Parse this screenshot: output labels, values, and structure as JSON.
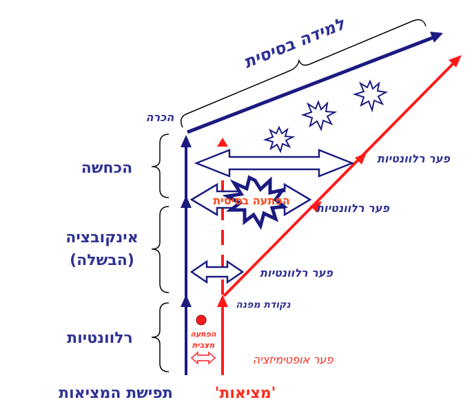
{
  "colors": {
    "blue": "#1a1a80",
    "label_blue": "#2e3192",
    "red": "#ff2a1a"
  },
  "labels": {
    "basic_learning": "למידה בסיסית",
    "recognition": "הכרה",
    "denial": "הכחשה",
    "incubation": "אינקובציה",
    "maturation": "(הבשלה)",
    "relevance": "רלוונטיות",
    "perception_of_reality": "תפישת המציאות",
    "reality": "'מציאות'",
    "basic_surprise": "הפתעה בסיסית",
    "situational_surprise_1": "הפתעה",
    "situational_surprise_2": "מצבית",
    "turning_point": "נקודת מפנה",
    "optimization_gap": "פער אופטימיזציה",
    "relevance_gap_top": "פער רלוונטיות",
    "relevance_gap_middle": "פער רלוונטיות",
    "relevance_gap_bottom": "פער רלוונטיות"
  }
}
